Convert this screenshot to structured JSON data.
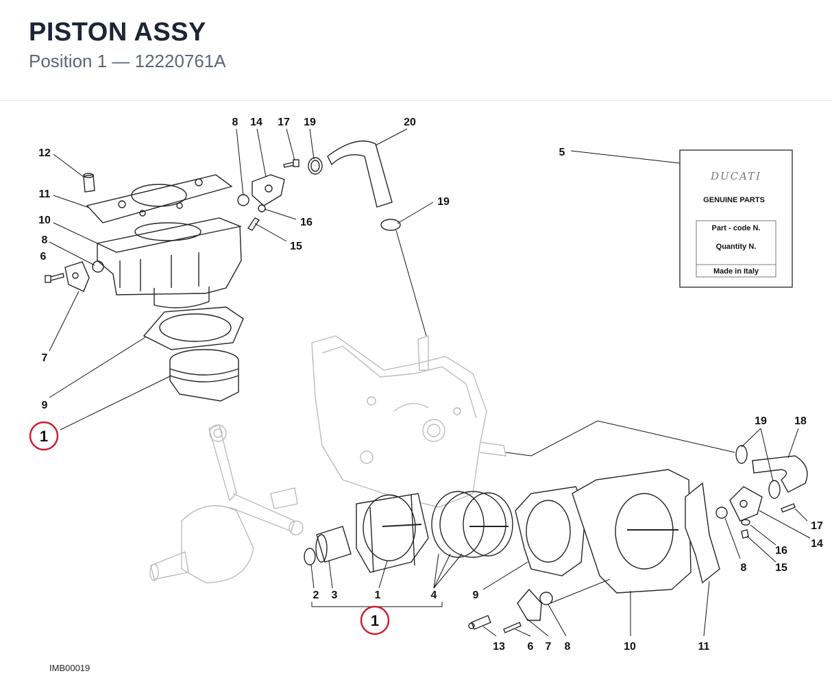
{
  "header": {
    "title": "PISTON ASSY",
    "subtitle": "Position 1 — 12220761A"
  },
  "diagram": {
    "ref_code": "IMB00019",
    "callout_label": "1",
    "label_card": {
      "brand": "DUCATI",
      "genuine": "GENUINE PARTS",
      "part_code": "Part - code N.",
      "quantity": "Quantity N.",
      "made_in": "Made in Italy"
    },
    "labels": {
      "l12": "12",
      "l11a": "11",
      "l10a": "10",
      "l8a": "8",
      "l6a": "6",
      "l7a": "7",
      "l9a": "9",
      "l8b": "8",
      "l14a": "14",
      "l17a": "17",
      "l19a": "19",
      "l20": "20",
      "l16a": "16",
      "l15a": "15",
      "l19b": "19",
      "l5": "5",
      "l19c": "19",
      "l18": "18",
      "l17b": "17",
      "l16b": "16",
      "l14b": "14",
      "l8c": "8",
      "l15b": "15",
      "l2": "2",
      "l3": "3",
      "l1": "1",
      "l4": "4",
      "l9b": "9",
      "l13": "13",
      "l6b": "6",
      "l7b": "7",
      "l8d": "8",
      "l10b": "10",
      "l11b": "11"
    }
  },
  "colors": {
    "callout_ring": "#cc1f2f",
    "title": "#1b2535",
    "subtitle": "#5b6677"
  }
}
